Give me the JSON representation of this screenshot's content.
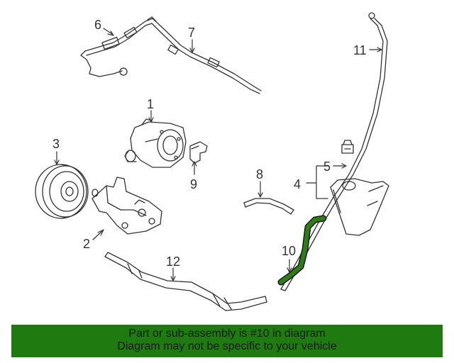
{
  "diagram": {
    "callouts": [
      "1",
      "2",
      "3",
      "4",
      "5",
      "6",
      "7",
      "8",
      "9",
      "10",
      "11",
      "12"
    ],
    "highlight_color": "#2e7d18",
    "line_color": "#333333"
  },
  "footer": {
    "line1": "Part or sub-assembly is #10 in diagram",
    "line2": "Diagram may not be specific to your vehicle",
    "background": "#1f7a10"
  }
}
